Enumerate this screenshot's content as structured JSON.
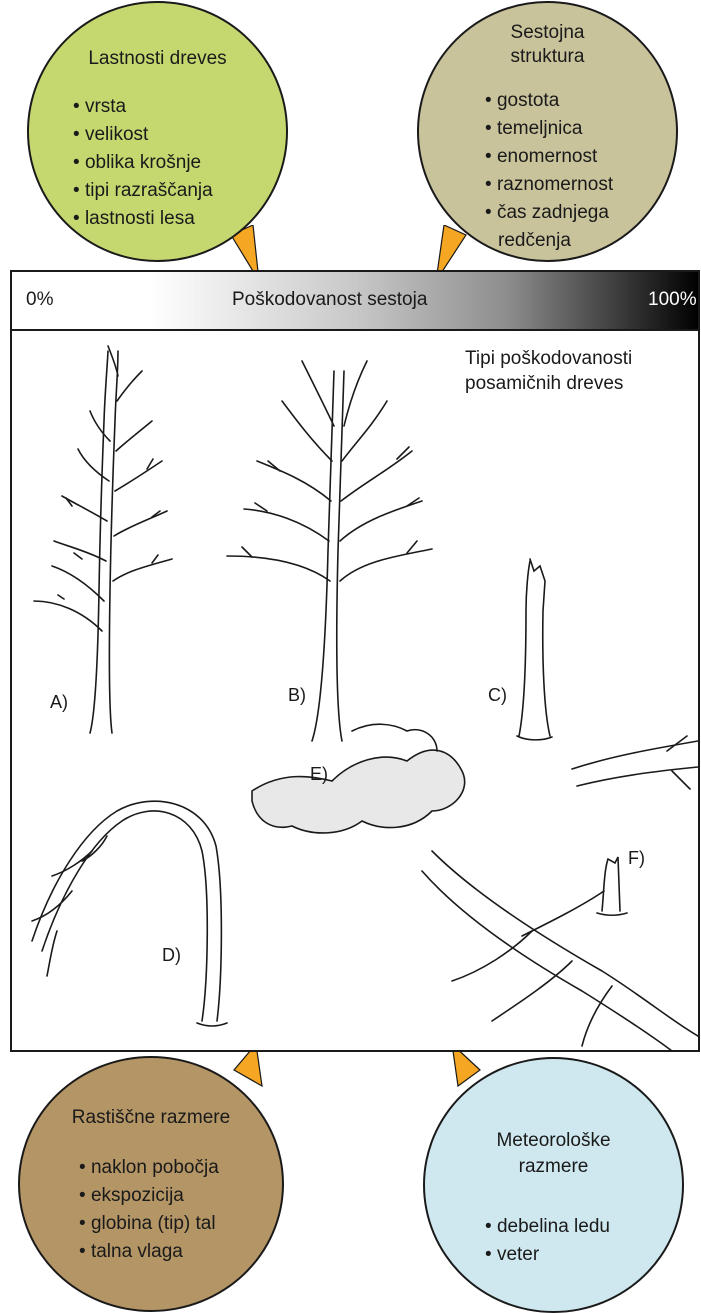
{
  "bubbles": {
    "trees": {
      "title": "Lastnosti dreves",
      "items": [
        "vrsta",
        "velikost",
        "oblika krošnje",
        "tipi razraščanja",
        "lastnosti lesa"
      ]
    },
    "stand": {
      "title_line1": "Sestojna",
      "title_line2": "struktura",
      "items": [
        "gostota",
        "temeljnica",
        "enomernost",
        "raznomernost",
        "čas zadnjega"
      ],
      "item_cont": "redčenja"
    },
    "site": {
      "title": "Rastiščne razmere",
      "items": [
        "naklon pobočja",
        "ekspozicija",
        "globina (tip) tal",
        "talna vlaga"
      ]
    },
    "meteo": {
      "title_line1": "Meteorološke",
      "title_line2": "razmere",
      "items": [
        "debelina ledu",
        "veter"
      ]
    }
  },
  "bar": {
    "left": "0%",
    "center": "Poškodovanost sestoja",
    "right": "100%"
  },
  "panel": {
    "caption_line1": "Tipi poškodovanosti",
    "caption_line2": "posamičnih dreves",
    "labels": {
      "a": "A)",
      "b": "B)",
      "c": "C)",
      "d": "D)",
      "e": "E)",
      "f": "F)"
    }
  },
  "colors": {
    "trees_bubble": "#c5d870",
    "stand_bubble": "#c9c39c",
    "site_bubble": "#b49565",
    "meteo_bubble": "#cfe8ef",
    "pointer": "#f5a623"
  }
}
